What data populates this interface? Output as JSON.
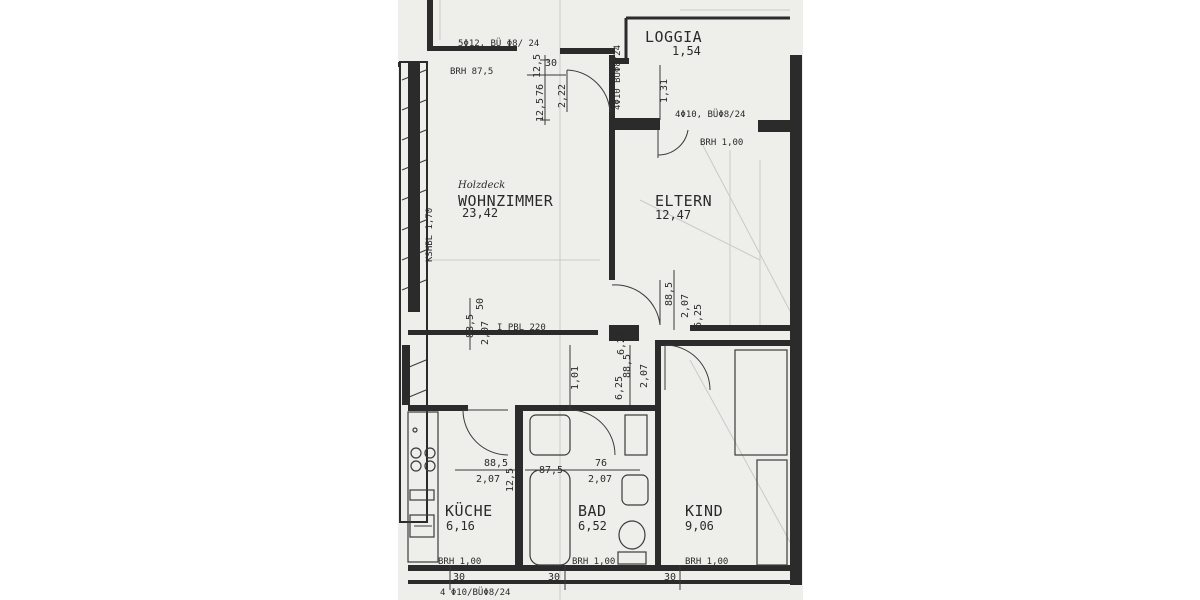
{
  "rooms": {
    "loggia": {
      "name": "LOGGIA",
      "area": "1,54"
    },
    "wohnzimmer": {
      "note": "Holzdeck",
      "name": "WOHNZIMMER",
      "area": "23,42"
    },
    "eltern": {
      "name": "ELTERN",
      "area": "12,47"
    },
    "kueche": {
      "name": "KÜCHE",
      "area": "6,16"
    },
    "bad": {
      "name": "BAD",
      "area": "6,52"
    },
    "kind": {
      "name": "KIND",
      "area": "9,06"
    }
  },
  "annotations": {
    "rebar_top": "5Φ12, BÜ Φ8/ 24",
    "brh_wohn": "BRH 87,5",
    "rebar_loggia": "4Φ10, BÜΦ8/24",
    "brh_eltern": "BRH 1,00",
    "rebar_left_vertical": "4Φ10 BÜΦ8/24",
    "kshbl": "KSHBL 1,70",
    "pbl": "I PBL 220",
    "brh_kueche": "BRH 1,00",
    "brh_bad": "BRH 1,00",
    "brh_kind": "BRH 1,00",
    "rebar_bottom": "4 Φ10/BÜΦ8/24"
  },
  "dimensions": {
    "d_30": "30",
    "d_12_5a": "12,5",
    "d_76a": "76",
    "d_222": "2,22",
    "d_12_5b": "12,5",
    "d_131": "1,31",
    "d_88_5a": "88,5",
    "d_207a": "2,07",
    "d_6_25a": "6,25",
    "d_50": "50",
    "d_88_5b": "88,5",
    "d_207b": "2,07",
    "d_101": "1,01",
    "d_6_25b": "6,25",
    "d_88_5c": "88,5",
    "d_207c": "2,07",
    "d_6_25c": "6,25",
    "d_88_5k": "88,5",
    "d_207k": "2,07",
    "d_12_5k": "12,5",
    "d_87_5b": "87,5",
    "d_76b": "76",
    "d_207b2": "2,07",
    "d_30_k": "30",
    "d_30_b": "30",
    "d_30_ki": "30"
  }
}
